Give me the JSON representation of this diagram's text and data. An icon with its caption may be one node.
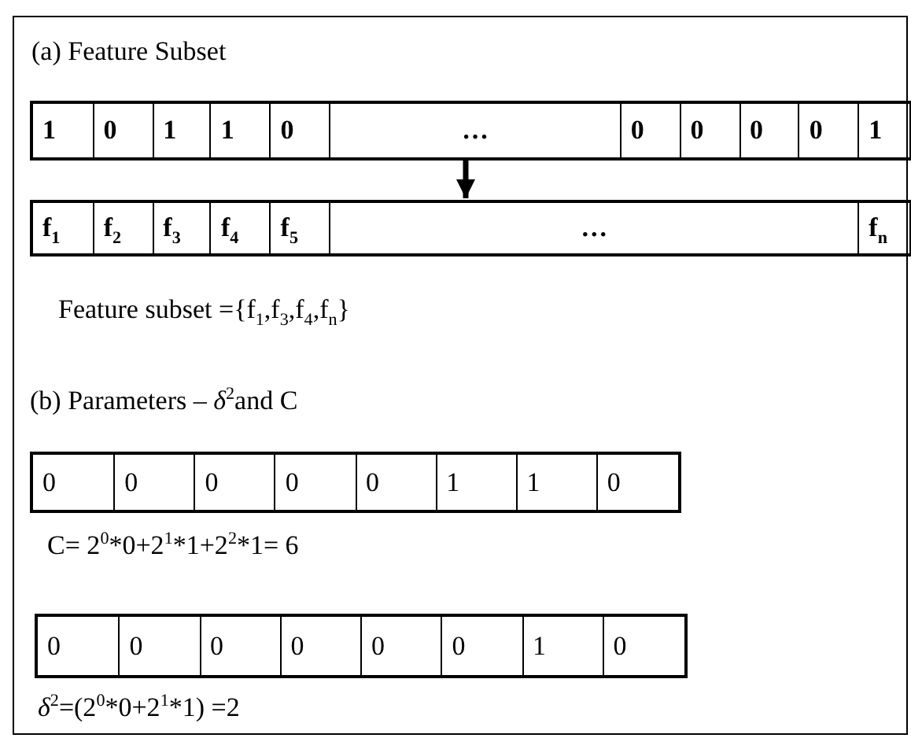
{
  "diagram": {
    "nodes": [
      {
        "text": [],
        "shape": "box"
      },
      {
        "text": [
          "1",
          "0",
          "1",
          "1",
          "0",
          "…",
          "0",
          "0",
          "0",
          "0",
          "1"
        ],
        "in": 0
      },
      {
        "text": [
          "f$_{1}$",
          "f$_{2}$",
          "f$_{3}$",
          "f$_{4}$",
          "f$_{5}$",
          "…",
          "f$_{n}$"
        ],
        "in": 0
      },
      {
        "text": [
          "0",
          "0",
          "0",
          "0",
          "0",
          "1",
          "1",
          "0"
        ],
        "in": 0
      },
      {
        "text": [
          "0",
          "0",
          "0",
          "0",
          "0",
          "0",
          "1",
          "0"
        ],
        "in": 0
      }
    ],
    "edges": [
      {
        "from": 1,
        "to": 2,
        "arrow": "to"
      }
    ],
    "labels": [
      "(a) Feature Subset",
      "Feature subset ={f$_{1}$,f$_{3}$,f$_{4}$,f$_{n}$}",
      "(b) Parameters – *δ*$^{2}$and C",
      "C= 2$^{0}$*0+2$^{1}$*1+2$^{2}$*1= 6",
      "*δ*$^{2}$=(2$^{0}$*0+2$^{1}$*1) =2"
    ]
  }
}
